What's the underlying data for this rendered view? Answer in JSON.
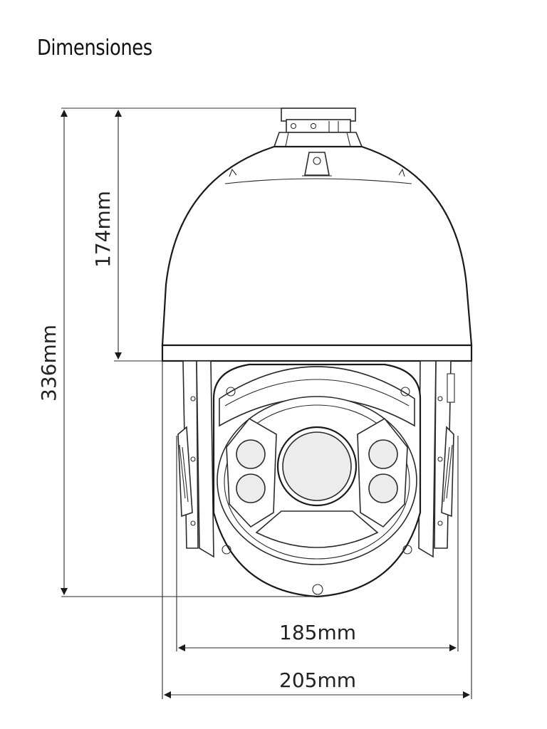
{
  "title": "Dimensiones",
  "dimensions": {
    "total_height": "336mm",
    "dome_height": "174mm",
    "inner_width": "185mm",
    "outer_width": "205mm"
  },
  "colors": {
    "line": "#2a2a2a",
    "text": "#222222",
    "background": "#ffffff"
  }
}
